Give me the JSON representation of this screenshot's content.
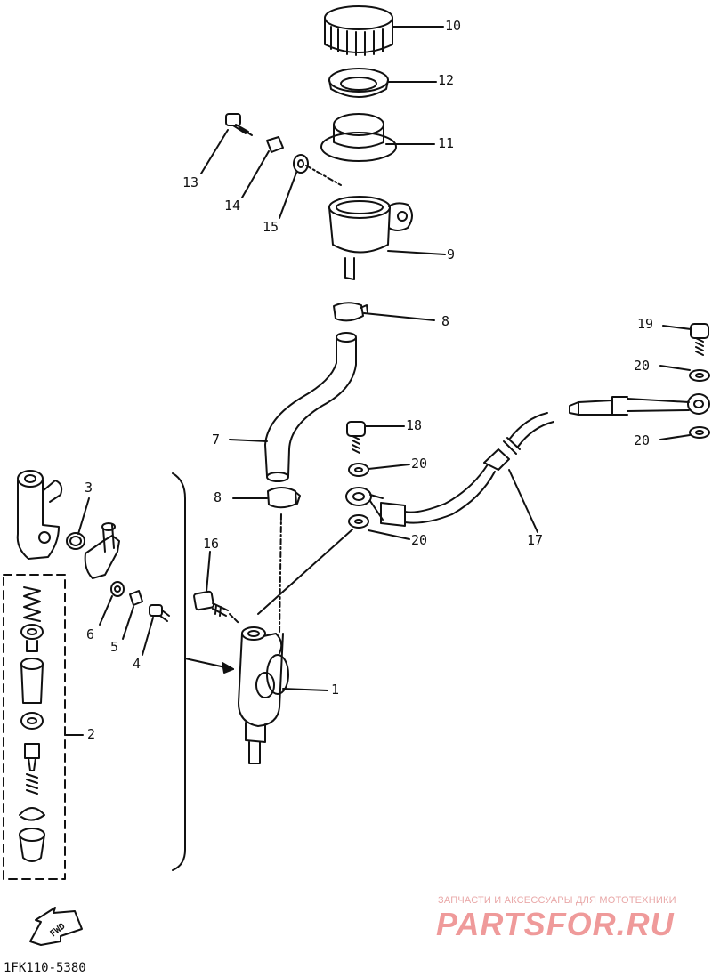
{
  "callouts": [
    {
      "id": "10",
      "text": "10"
    },
    {
      "id": "12",
      "text": "12"
    },
    {
      "id": "11",
      "text": "11"
    },
    {
      "id": "13",
      "text": "13"
    },
    {
      "id": "14",
      "text": "14"
    },
    {
      "id": "15",
      "text": "15"
    },
    {
      "id": "9",
      "text": "9"
    },
    {
      "id": "8a",
      "text": "8"
    },
    {
      "id": "19",
      "text": "19"
    },
    {
      "id": "20a",
      "text": "20"
    },
    {
      "id": "20b",
      "text": "20"
    },
    {
      "id": "18",
      "text": "18"
    },
    {
      "id": "7",
      "text": "7"
    },
    {
      "id": "20c",
      "text": "20"
    },
    {
      "id": "3",
      "text": "3"
    },
    {
      "id": "8b",
      "text": "8"
    },
    {
      "id": "20d",
      "text": "20"
    },
    {
      "id": "17",
      "text": "17"
    },
    {
      "id": "16",
      "text": "16"
    },
    {
      "id": "6",
      "text": "6"
    },
    {
      "id": "5",
      "text": "5"
    },
    {
      "id": "4",
      "text": "4"
    },
    {
      "id": "1",
      "text": "1"
    },
    {
      "id": "2",
      "text": "2"
    }
  ],
  "diagram_code": "1FK110-5380",
  "forward_tag": "FWD",
  "watermark": {
    "subtitle": "ЗАПЧАСТИ И АКСЕССУАРЫ ДЛЯ МОТОТЕХНИКИ",
    "logo": "PARTSFOR.RU"
  },
  "colors": {
    "ink": "#111111",
    "watermark": "#ef9a9a"
  }
}
